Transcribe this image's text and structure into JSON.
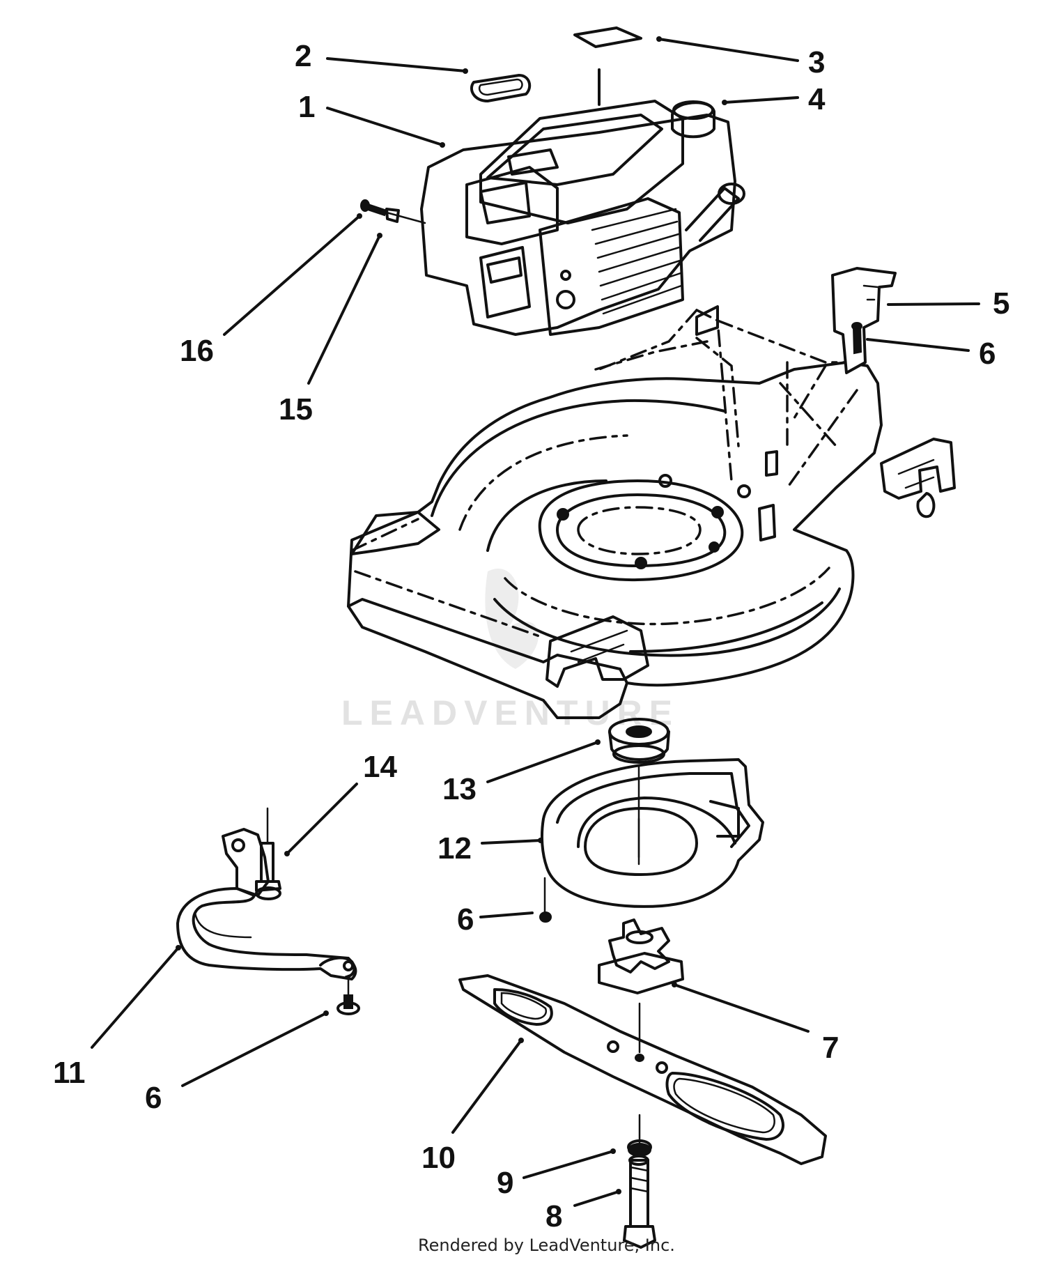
{
  "callouts": [
    {
      "id": "c1",
      "label": "1"
    },
    {
      "id": "c2",
      "label": "2"
    },
    {
      "id": "c3",
      "label": "3"
    },
    {
      "id": "c4",
      "label": "4"
    },
    {
      "id": "c5",
      "label": "5"
    },
    {
      "id": "c6a",
      "label": "6"
    },
    {
      "id": "c6b",
      "label": "6"
    },
    {
      "id": "c6c",
      "label": "6"
    },
    {
      "id": "c7",
      "label": "7"
    },
    {
      "id": "c8",
      "label": "8"
    },
    {
      "id": "c9",
      "label": "9"
    },
    {
      "id": "c10",
      "label": "10"
    },
    {
      "id": "c11",
      "label": "11"
    },
    {
      "id": "c12",
      "label": "12"
    },
    {
      "id": "c13",
      "label": "13"
    },
    {
      "id": "c14",
      "label": "14"
    },
    {
      "id": "c15",
      "label": "15"
    },
    {
      "id": "c16",
      "label": "16"
    }
  ],
  "watermark": "LEADVENTURE",
  "footer": "Rendered by LeadVenture, Inc."
}
